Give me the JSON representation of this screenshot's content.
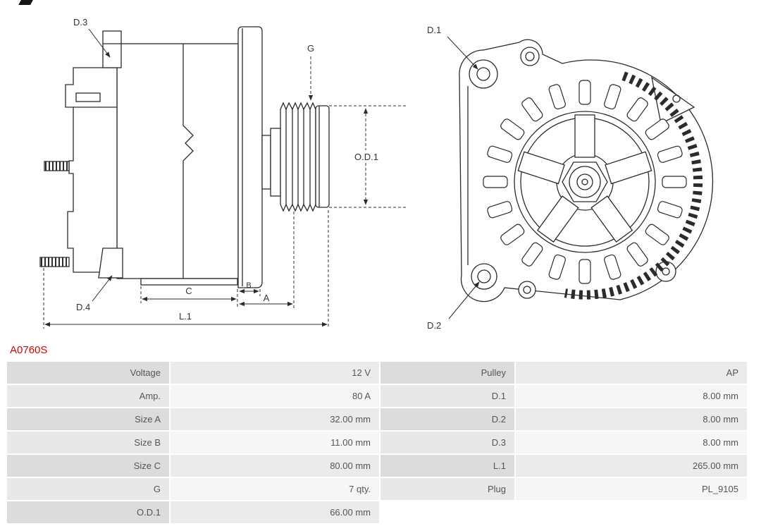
{
  "part_number": "A0760S",
  "icons": {
    "logo_fragment": "as-pl-logo-fragment"
  },
  "diagrams": {
    "side_view": {
      "name": "alternator-side-view",
      "labels": {
        "d3": "D.3",
        "d4": "D.4",
        "g": "G",
        "od1": "O.D.1",
        "a": "A",
        "b": "B",
        "c": "C",
        "l1": "L.1"
      }
    },
    "front_view": {
      "name": "alternator-front-view",
      "labels": {
        "d1": "D.1",
        "d2": "D.2"
      }
    }
  },
  "spec_table": {
    "rows": [
      [
        "Voltage",
        "12 V",
        "Pulley",
        "AP"
      ],
      [
        "Amp.",
        "80 A",
        "D.1",
        "8.00 mm"
      ],
      [
        "Size A",
        "32.00 mm",
        "D.2",
        "8.00 mm"
      ],
      [
        "Size B",
        "11.00 mm",
        "D.3",
        "8.00 mm"
      ],
      [
        "Size C",
        "80.00 mm",
        "L.1",
        "265.00 mm"
      ],
      [
        "G",
        "7 qty.",
        "Plug",
        "PL_9105"
      ],
      [
        "O.D.1",
        "66.00 mm",
        "",
        ""
      ]
    ]
  },
  "colors": {
    "accent_red": "#d40202",
    "line_color": "#2b2b2b",
    "table_text": "#555555",
    "label_cell_odd": "#dcdcdc",
    "label_cell_even": "#e8e8e8",
    "value_cell_odd": "#ebebeb",
    "value_cell_even": "#f6f6f6"
  }
}
